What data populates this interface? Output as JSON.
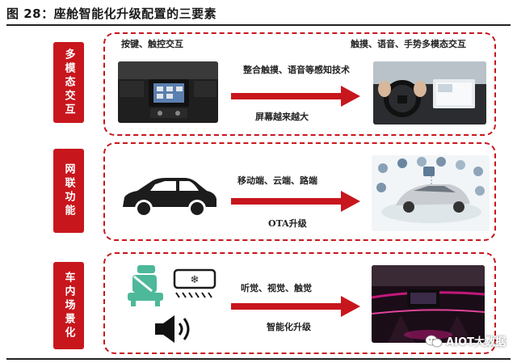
{
  "figure": {
    "title": "图 28：座舱智能化升级配置的三要素"
  },
  "rows": [
    {
      "label": "多模态交互",
      "left_heading": "按键、触控交互",
      "right_heading": "触摸、语音、手势多模态交互",
      "arrow_top_text": "整合触摸、语音等感知技术",
      "arrow_bottom_text": "屏幕越来越大"
    },
    {
      "label": "网联功能",
      "arrow_top_text": "移动端、云端、路端",
      "arrow_bottom_text": "OTA升级"
    },
    {
      "label": "车内场景化",
      "arrow_top_text": "听觉、视觉、触觉",
      "arrow_bottom_text": "智能化升级"
    }
  ],
  "watermark": {
    "text": "AIOT大数据"
  },
  "colors": {
    "accent_red": "#c8161d",
    "car_black": "#1c1c1c",
    "seat_green": "#4db89a",
    "ambient_magenta": "#c2187a"
  },
  "icons": [
    "steering-wheel-icon",
    "car-silhouette-icon",
    "seat-icon",
    "climate-vent-icon",
    "speaker-icon",
    "wechat-icon"
  ]
}
